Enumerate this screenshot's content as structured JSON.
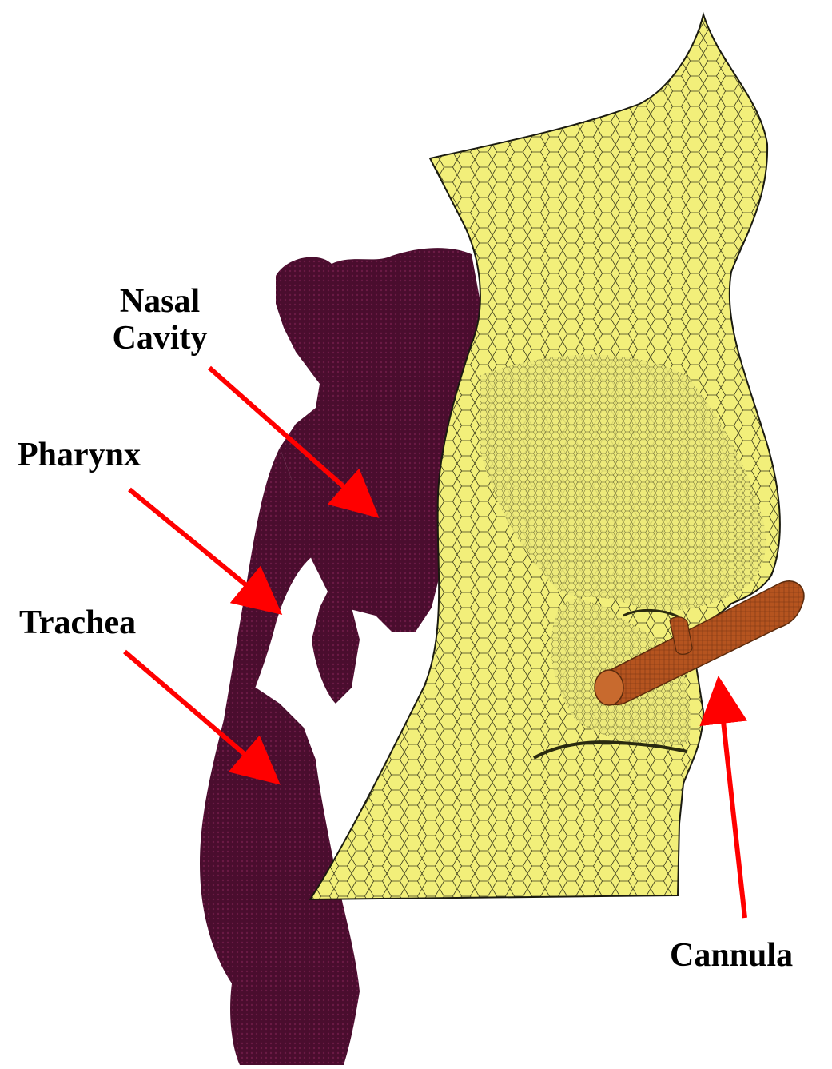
{
  "labels": {
    "nasal_line1": "Nasal",
    "nasal_line2": "Cavity",
    "pharynx": "Pharynx",
    "trachea": "Trachea",
    "cannula": "Cannula"
  },
  "colors": {
    "face_mesh": "#f2ef7a",
    "face_mesh_line": "#3a3a1c",
    "airway": "#4a0d2e",
    "airway_highlight": "#6b1a45",
    "cannula": "#b5541f",
    "arrow": "#ff0000",
    "text": "#000000",
    "background": "#ffffff"
  },
  "icons": {
    "pointer": "arrow-icon"
  }
}
